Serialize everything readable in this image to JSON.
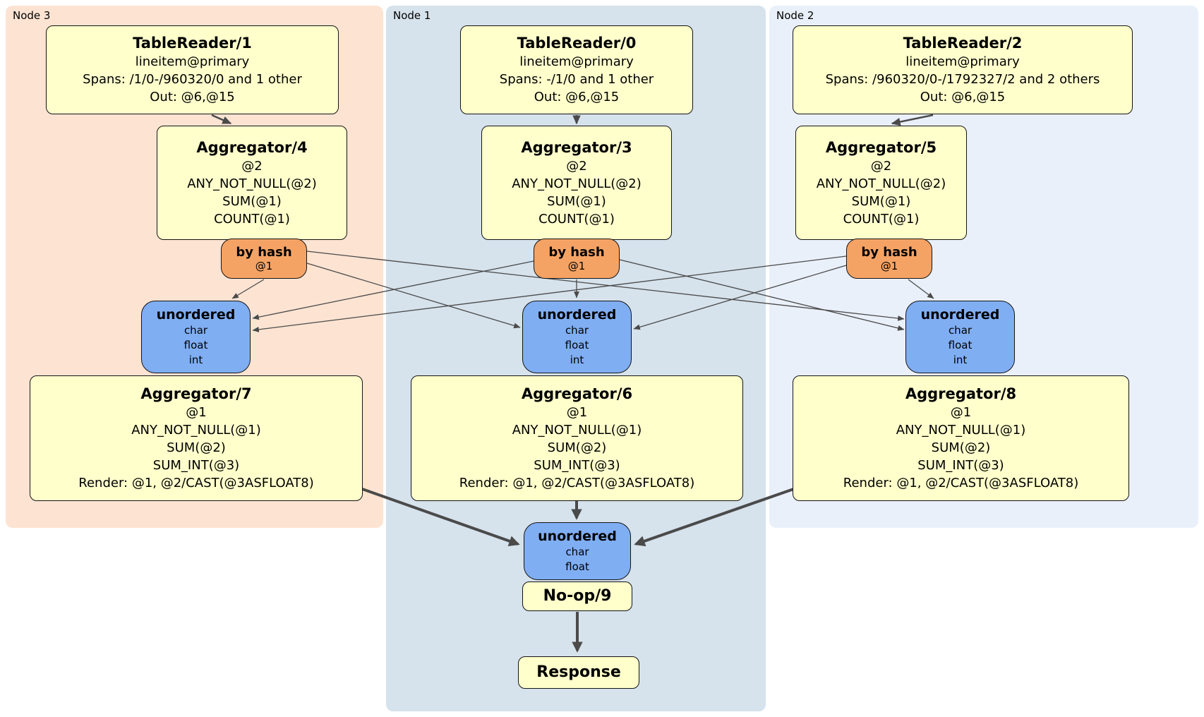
{
  "regions": {
    "node3": {
      "label": "Node 3"
    },
    "node1": {
      "label": "Node 1"
    },
    "node2": {
      "label": "Node 2"
    }
  },
  "boxes": {
    "tr1": {
      "title": "TableReader/1",
      "lines": [
        "lineitem@primary",
        "Spans: /1/0-/960320/0 and 1 other",
        "Out: @6,@15"
      ]
    },
    "tr0": {
      "title": "TableReader/0",
      "lines": [
        "lineitem@primary",
        "Spans: -/1/0 and 1 other",
        "Out: @6,@15"
      ]
    },
    "tr2": {
      "title": "TableReader/2",
      "lines": [
        "lineitem@primary",
        "Spans: /960320/0-/1792327/2 and 2 others",
        "Out: @6,@15"
      ]
    },
    "agg4": {
      "title": "Aggregator/4",
      "lines": [
        "@2",
        "ANY_NOT_NULL(@2)",
        "SUM(@1)",
        "COUNT(@1)"
      ]
    },
    "agg3": {
      "title": "Aggregator/3",
      "lines": [
        "@2",
        "ANY_NOT_NULL(@2)",
        "SUM(@1)",
        "COUNT(@1)"
      ]
    },
    "agg5": {
      "title": "Aggregator/5",
      "lines": [
        "@2",
        "ANY_NOT_NULL(@2)",
        "SUM(@1)",
        "COUNT(@1)"
      ]
    },
    "agg7": {
      "title": "Aggregator/7",
      "lines": [
        "@1",
        "ANY_NOT_NULL(@1)",
        "SUM(@2)",
        "SUM_INT(@3)",
        "Render: @1, @2/CAST(@3ASFLOAT8)"
      ]
    },
    "agg6": {
      "title": "Aggregator/6",
      "lines": [
        "@1",
        "ANY_NOT_NULL(@1)",
        "SUM(@2)",
        "SUM_INT(@3)",
        "Render: @1, @2/CAST(@3ASFLOAT8)"
      ]
    },
    "agg8": {
      "title": "Aggregator/8",
      "lines": [
        "@1",
        "ANY_NOT_NULL(@1)",
        "SUM(@2)",
        "SUM_INT(@3)",
        "Render: @1, @2/CAST(@3ASFLOAT8)"
      ]
    },
    "noop": {
      "title": "No-op/9"
    },
    "resp": {
      "title": "Response"
    }
  },
  "routers": {
    "bhL": {
      "title": "by hash",
      "sub": "@1"
    },
    "bhC": {
      "title": "by hash",
      "sub": "@1"
    },
    "bhR": {
      "title": "by hash",
      "sub": "@1"
    }
  },
  "syncs": {
    "unL": {
      "title": "unordered",
      "items": [
        "char",
        "float",
        "int"
      ]
    },
    "unC": {
      "title": "unordered",
      "items": [
        "char",
        "float",
        "int"
      ]
    },
    "unR": {
      "title": "unordered",
      "items": [
        "char",
        "float",
        "int"
      ]
    },
    "unF": {
      "title": "unordered",
      "items": [
        "char",
        "float"
      ]
    }
  },
  "colors": {
    "node3_bg": "#fce3d2",
    "node1_bg": "#d6e2ec",
    "node2_bg": "#eaf0fa",
    "processor_bg": "#ffffcc",
    "router_bg": "#f5a365",
    "sync_bg": "#80aef3",
    "edge": "#4a4a4a",
    "border": "#141414"
  }
}
